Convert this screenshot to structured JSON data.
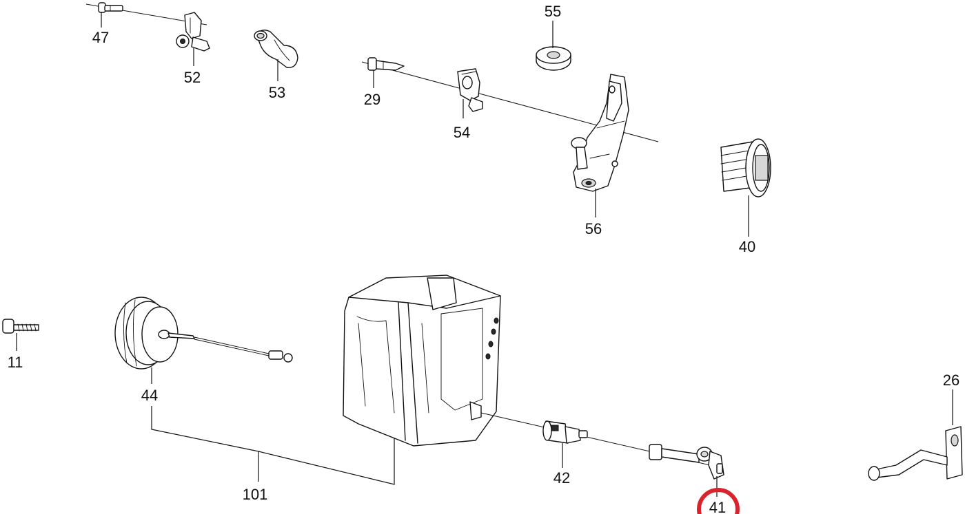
{
  "parts": {
    "p47": {
      "label": "47"
    },
    "p52": {
      "label": "52"
    },
    "p53": {
      "label": "53"
    },
    "p55": {
      "label": "55"
    },
    "p29": {
      "label": "29"
    },
    "p54": {
      "label": "54"
    },
    "p56": {
      "label": "56"
    },
    "p40": {
      "label": "40"
    },
    "p11": {
      "label": "11"
    },
    "p44": {
      "label": "44"
    },
    "p101": {
      "label": "101"
    },
    "p42": {
      "label": "42"
    },
    "p41": {
      "label": "41"
    },
    "p26": {
      "label": "26"
    }
  },
  "highlight": {
    "part": "41",
    "color": "#d9232d"
  },
  "colors": {
    "line": "#111111",
    "shade": "#d7d7d7",
    "background": "#ffffff"
  }
}
